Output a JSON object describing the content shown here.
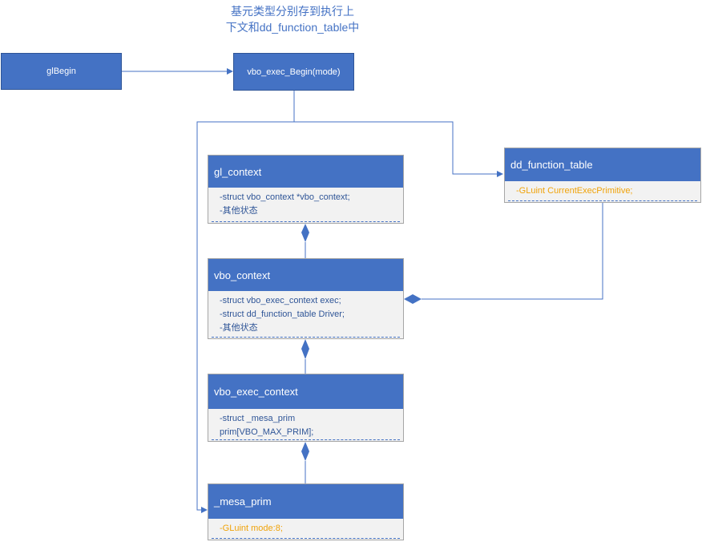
{
  "note": {
    "line1": "基元类型分别存到执行上",
    "line2": "下文和dd_function_table中"
  },
  "nodes": {
    "glbegin": {
      "label": "glBegin"
    },
    "vbo_exec_begin": {
      "label": "vbo_exec_Begin(mode)"
    },
    "dd_function_table": {
      "title": "dd_function_table",
      "fields": [
        "-GLuint CurrentExecPrimitive;"
      ]
    },
    "gl_context": {
      "title": "gl_context",
      "fields": [
        "-struct vbo_context *vbo_context;",
        "-其他状态"
      ]
    },
    "vbo_context": {
      "title": "vbo_context",
      "fields": [
        "-struct vbo_exec_context exec;",
        "-struct dd_function_table Driver;",
        "-其他状态"
      ]
    },
    "vbo_exec_context": {
      "title": "vbo_exec_context",
      "fields": [
        "-struct _mesa_prim",
        "prim[VBO_MAX_PRIM];"
      ]
    },
    "mesa_prim": {
      "title": "_mesa_prim",
      "fields": [
        "-GLuint mode:8;"
      ]
    }
  },
  "colors": {
    "box_fill": "#4472c4",
    "line": "#4472c4",
    "field_text": "#2f5597",
    "highlight_text": "#f0a30a"
  }
}
